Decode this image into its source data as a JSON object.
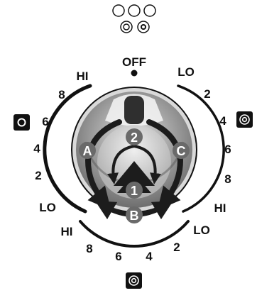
{
  "dial": {
    "off_label": "OFF",
    "left_scale": [
      "HI",
      "8",
      "6",
      "4",
      "2",
      "LO"
    ],
    "right_scale": [
      "LO",
      "2",
      "4",
      "6",
      "8",
      "HI"
    ],
    "bottom_scale": [
      "HI",
      "8",
      "6",
      "4",
      "2",
      "LO"
    ],
    "knob_labels": {
      "a": "A",
      "b": "B",
      "c": "C",
      "one": "1",
      "two": "2"
    }
  },
  "indicators": {
    "left": "single-ring-burner-icon",
    "right": "dual-ring-burner-icon",
    "bottom": "dual-ring-burner-icon",
    "top_legend": "burner-layout-icon"
  },
  "colors": {
    "ink": "#111111",
    "knob_dark": "#4a4a4a",
    "knob_mid": "#8a8a8a",
    "knob_light": "#d4d4d4",
    "arrow": "#2a2a2a"
  }
}
